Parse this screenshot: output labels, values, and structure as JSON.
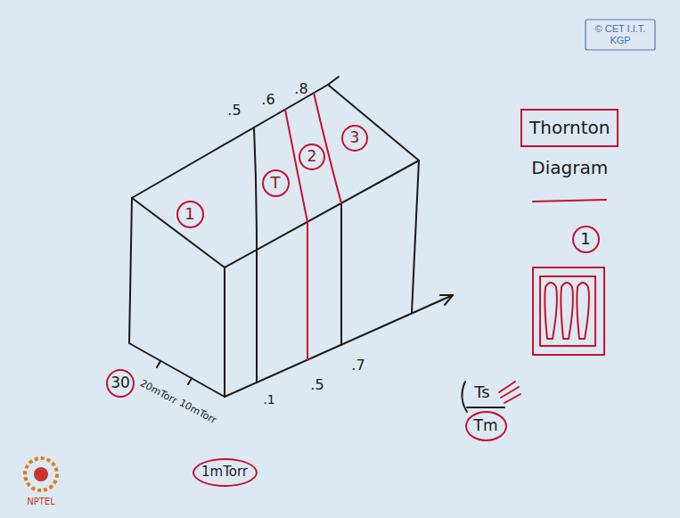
{
  "diagram": {
    "nodes": [
      {
        "text": [
          "1"
        ]
      },
      {
        "text": [
          "T"
        ]
      },
      {
        "text": [
          "2"
        ]
      },
      {
        "text": [
          "3"
        ]
      },
      {
        "text": [
          "Thornton",
          "Diagram"
        ]
      },
      {
        "text": [
          "1"
        ]
      },
      {
        "text": [
          "Tm"
        ]
      },
      {
        "text": [
          "30"
        ]
      },
      {
        "text": [
          "1mTorr"
        ]
      }
    ],
    "labels": [
      ".5",
      ".6",
      ".8",
      ".5",
      ".7",
      ".1",
      "20mTorr",
      "10mTorr",
      "Ts",
      "© CET I.I.T. KGP",
      "NPTEL"
    ]
  }
}
